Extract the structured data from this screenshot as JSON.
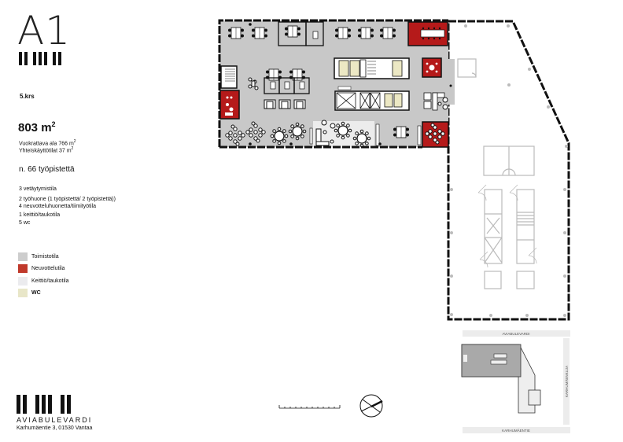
{
  "header": {
    "building": "A1",
    "floor": "5.krs"
  },
  "summary": {
    "area_value": "803 m",
    "area_sup": "2",
    "rentable": "Vuokrattava ala 766 m",
    "rentable_sup": "2",
    "shared": "Yhteiskäyttötilat  37 m",
    "shared_sup": "2",
    "workstations": "n. 66 työpistettä",
    "rooms": [
      "3 vetäytymistila",
      "2 työhuone (1 työpistettä/ 2 työpistettä))",
      "4 neuvotteluhuonetta/tiimityötila",
      "1 keittiö/taukotila",
      "5 wc"
    ]
  },
  "legend": [
    {
      "label": "Toimistotila",
      "color": "#cccccc"
    },
    {
      "label": "Neuvottelutila",
      "color": "#c0392b"
    },
    {
      "label": "Keittiö/taukotila",
      "color": "#ebebeb"
    },
    {
      "label": "WC",
      "color": "#e8e6c8"
    }
  ],
  "footer": {
    "brand": "AVIABULEVARDI",
    "address": "Karhumäentie 3, 01530 Vantaa"
  },
  "site_plan": {
    "street_top": "AVIABULEVARDI",
    "street_bottom": "KARHUMÄENTIE",
    "street_right": "KARHUMÄENKUJA"
  },
  "colors": {
    "office": "#c8c8c8",
    "meeting": "#b51a1a",
    "kitchen": "#ececec",
    "wc": "#ece8c4",
    "wall": "#111111",
    "ghost": "#bdbdbd"
  }
}
